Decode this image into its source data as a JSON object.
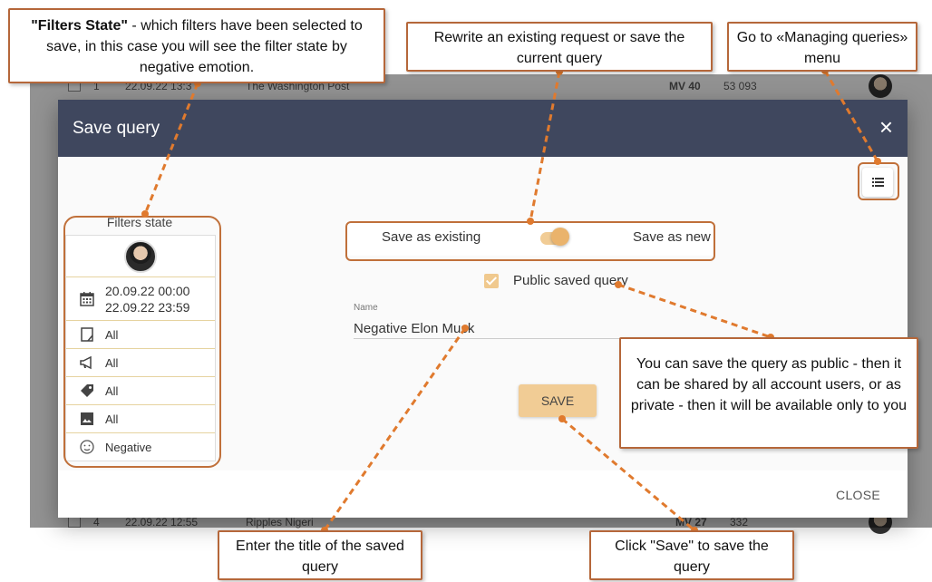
{
  "background": {
    "rows": [
      {
        "num": "1",
        "date": "22.09.22 13:3",
        "source": "The Washington Post",
        "mv": "MV 40",
        "reach": "53 093"
      },
      {
        "num": "4",
        "date": "22.09.22 12:55",
        "source": "Ripples Nigeri",
        "mv": "MV 27",
        "reach": "332"
      }
    ]
  },
  "modal": {
    "title": "Save query",
    "close_icon": "×",
    "manage_icon": "list-icon",
    "filters": {
      "title": "Filters state",
      "date_from": "20.09.22 00:00",
      "date_to": "22.09.22 23:59",
      "items": [
        {
          "icon": "document-icon",
          "label": "All"
        },
        {
          "icon": "megaphone-icon",
          "label": "All"
        },
        {
          "icon": "tag-icon",
          "label": "All"
        },
        {
          "icon": "image-icon",
          "label": "All"
        },
        {
          "icon": "smiley-icon",
          "label": "Negative"
        }
      ]
    },
    "toggle": {
      "left_label": "Save as existing",
      "right_label": "Save as new",
      "value": "new"
    },
    "public": {
      "label": "Public saved query",
      "checked": true
    },
    "name": {
      "label": "Name",
      "value": "Negative Elon Musk"
    },
    "save_label": "SAVE",
    "close_label": "CLOSE"
  },
  "annotations": {
    "filters_state": {
      "bold": "\"Filters State\"",
      "text": " - which filters have been selected to save, in this case you will see the filter state by negative emotion."
    },
    "rewrite": "Rewrite an existing request or save the current query",
    "managing": "Go to «Managing queries» menu",
    "public": "You can save the query as public - then it can be shared by all account users, or as private - then it will be available only to you",
    "title": "Enter the title of the saved query",
    "save": "Click \"Save\" to save the query"
  },
  "colors": {
    "header": "#3f475e",
    "accent": "#f1cc95",
    "callout_border": "#b5673a",
    "connector": "#e07a2e"
  }
}
